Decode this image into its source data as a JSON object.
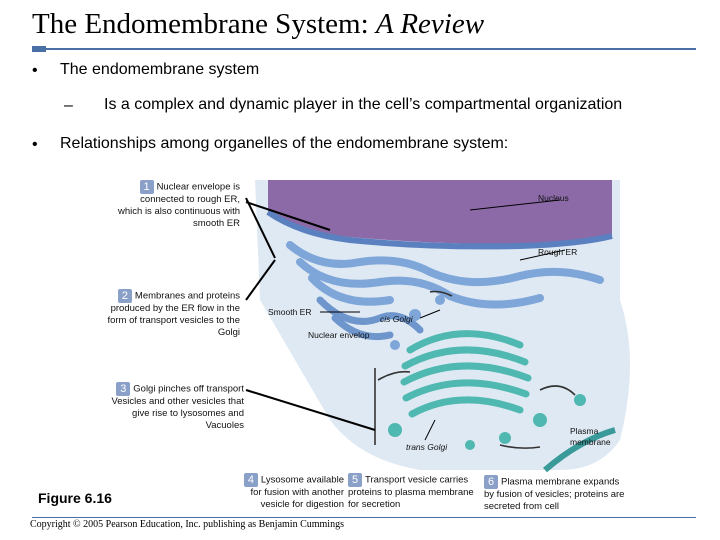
{
  "slide": {
    "title_main": "The Endomembrane System: ",
    "title_italic": "A Review",
    "bullet1": "The endomembrane system",
    "sub_dash": "–",
    "bullet1_sub": "Is a complex and dynamic player in the cell’s compartmental organization",
    "bullet2": "Relationships among organelles of the endomembrane system:",
    "bullet_symbol": "•"
  },
  "steps": [
    {
      "n": "1",
      "text": "Nuclear envelope is connected to rough ER, which is also continuous with smooth ER"
    },
    {
      "n": "2",
      "text": "Membranes and proteins produced by the ER flow in the form of transport vesicles to the Golgi"
    },
    {
      "n": "3",
      "text": "Golgi pinches off transport Vesicles and other vesicles that give rise to lysosomes and Vacuoles"
    },
    {
      "n": "4",
      "text": "Lysosome available for fusion with another vesicle for digestion"
    },
    {
      "n": "5",
      "text": "Transport vesicle carries proteins to plasma membrane for secretion"
    },
    {
      "n": "6",
      "text": "Plasma membrane expands by fusion of vesicles; proteins are secreted from cell"
    }
  ],
  "labels": {
    "nucleus": "Nucleus",
    "rough_er": "Rough ER",
    "smooth_er": "Smooth ER",
    "cis_golgi": "cis Golgi",
    "nuclear_envelope": "Nuclear envelop",
    "trans_golgi": "trans Golgi",
    "plasma_membrane": "Plasma membrane"
  },
  "figure": "Figure 6.16",
  "copyright": "Copyright © 2005 Pearson Education, Inc. publishing as Benjamin Cummings",
  "colors": {
    "accent": "#4a6fa5",
    "nucleus": "#8c6aa8",
    "er": "#7fa6d8",
    "golgi": "#4fb8b0"
  }
}
